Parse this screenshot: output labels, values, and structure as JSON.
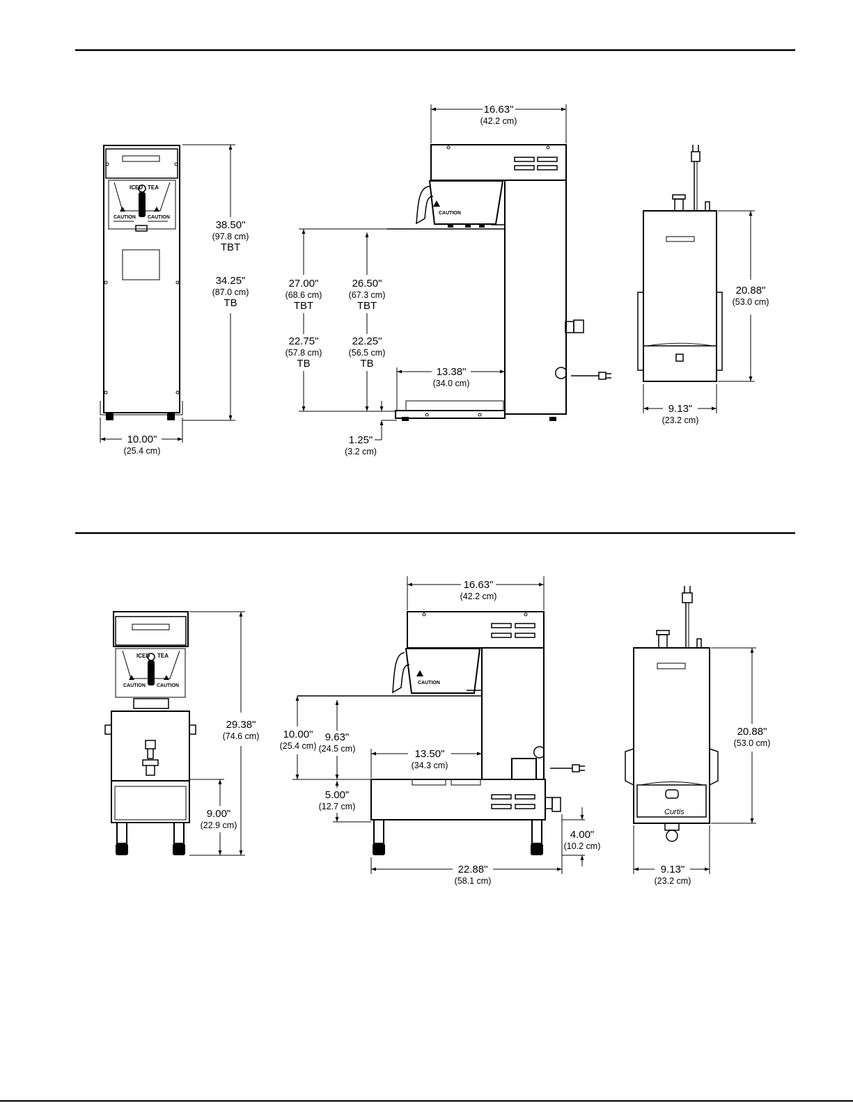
{
  "sections": [
    {
      "front": {
        "panel_labels": [
          "ICED",
          "TEA"
        ],
        "caution_labels": [
          "CAUTION",
          "CAUTION"
        ],
        "height": {
          "main": "38.50\"",
          "metric": "(97.8 cm)",
          "model": "TBT"
        },
        "height_tb": {
          "main": "34.25\"",
          "metric": "(87.0 cm)",
          "model": "TB"
        },
        "width": {
          "main": "10.00\"",
          "metric": "(25.4 cm)"
        }
      },
      "side": {
        "depth_top": {
          "main": "16.63\"",
          "metric": "(42.2 cm)"
        },
        "clear_tbt": {
          "main": "27.00\"",
          "metric": "(68.6 cm)",
          "model": "TBT"
        },
        "clear_tb": {
          "main": "22.75\"",
          "metric": "(57.8 cm)",
          "model": "TB"
        },
        "inner_tbt": {
          "main": "26.50\"",
          "metric": "(67.3 cm)",
          "model": "TBT"
        },
        "inner_tb": {
          "main": "22.25\"",
          "metric": "(56.5 cm)",
          "model": "TB"
        },
        "base_depth": {
          "main": "13.38\"",
          "metric": "(34.0 cm)"
        },
        "leg": {
          "main": "1.25\"",
          "metric": "(3.2 cm)"
        },
        "caution_label": "CAUTION"
      },
      "back": {
        "height": {
          "main": "20.88\"",
          "metric": "(53.0 cm)"
        },
        "width": {
          "main": "9.13\"",
          "metric": "(23.2 cm)"
        }
      }
    },
    {
      "front": {
        "panel_labels": [
          "ICED",
          "TEA"
        ],
        "caution_labels": [
          "CAUTION",
          "CAUTION"
        ],
        "height": {
          "main": "29.38\"",
          "metric": "(74.6 cm)"
        },
        "base": {
          "main": "9.00\"",
          "metric": "(22.9 cm)"
        }
      },
      "side": {
        "depth_top": {
          "main": "16.63\"",
          "metric": "(42.2 cm)"
        },
        "clear_a": {
          "main": "10.00\"",
          "metric": "(25.4 cm)"
        },
        "clear_b": {
          "main": "9.63\"",
          "metric": "(24.5 cm)"
        },
        "shelf_depth": {
          "main": "13.50\"",
          "metric": "(34.3 cm)"
        },
        "stand_height": {
          "main": "5.00\"",
          "metric": "(12.7 cm)"
        },
        "leg_height": {
          "main": "4.00\"",
          "metric": "(10.2 cm)"
        },
        "overall_depth": {
          "main": "22.88\"",
          "metric": "(58.1 cm)"
        },
        "caution_label": "CAUTION"
      },
      "back": {
        "height": {
          "main": "20.88\"",
          "metric": "(53.0 cm)"
        },
        "width": {
          "main": "9.13\"",
          "metric": "(23.2 cm)"
        },
        "logo": "Curtis"
      }
    }
  ]
}
